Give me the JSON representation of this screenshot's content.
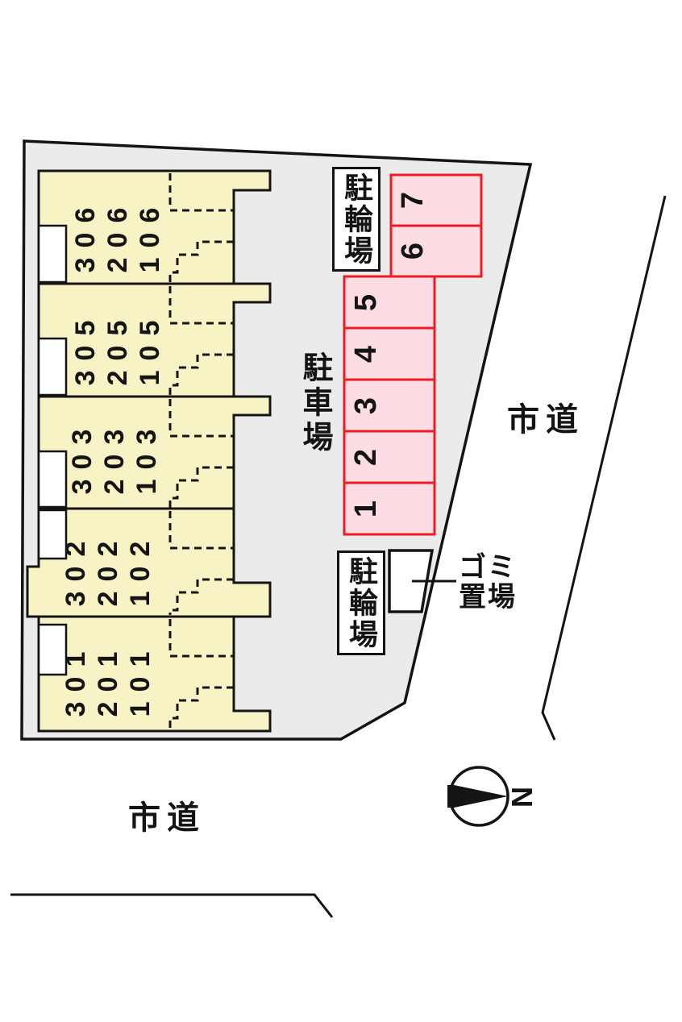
{
  "site": {
    "building": {
      "units": [
        {
          "floors": [
            "306",
            "206",
            "106"
          ]
        },
        {
          "floors": [
            "305",
            "205",
            "105"
          ]
        },
        {
          "floors": [
            "303",
            "203",
            "103"
          ]
        },
        {
          "floors": [
            "302",
            "202",
            "102"
          ]
        },
        {
          "floors": [
            "301",
            "201",
            "101"
          ]
        }
      ]
    },
    "parking": {
      "label": "駐車場",
      "space_numbers": [
        "1",
        "2",
        "3",
        "4",
        "5",
        "6",
        "7"
      ]
    },
    "bicycle_parking": {
      "label": "駐輪場"
    },
    "garbage": {
      "line1": "ゴミ",
      "line2": "置場"
    },
    "roads": {
      "right_label": "市道",
      "bottom_label": "市道"
    },
    "compass": {
      "north": "N"
    },
    "colors": {
      "site_fill": "#ebebeb",
      "building_fill": "#f7f3c5",
      "parking_fill": "#fbdde3",
      "parking_border": "#ee1b24",
      "line": "#141414"
    }
  }
}
